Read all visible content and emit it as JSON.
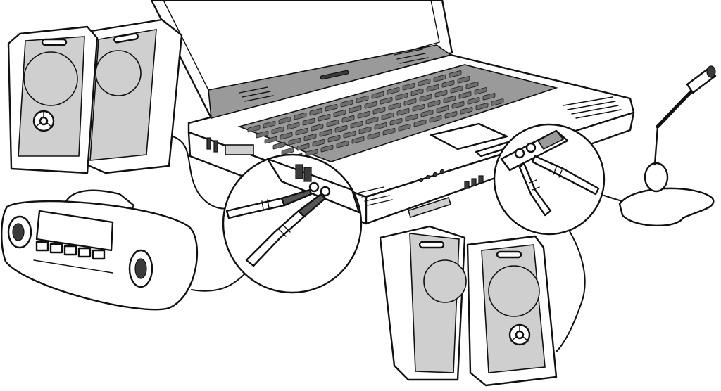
{
  "colors": {
    "outline": "#111111",
    "panel_grey": "#9a9a9a",
    "light_grey": "#cfcfcf",
    "key_grey": "#6e6e6e",
    "background": "#ffffff"
  },
  "components": {
    "laptop": {
      "icon": "laptop-icon"
    },
    "speakers_left": {
      "icon": "speaker-pair-icon"
    },
    "speakers_right": {
      "icon": "speaker-pair-icon"
    },
    "boombox": {
      "icon": "boombox-icon"
    },
    "microphone": {
      "icon": "microphone-icon"
    },
    "callout_left": {
      "icon": "audio-jack-callout",
      "plugs": 2
    },
    "callout_right": {
      "icon": "audio-jack-callout",
      "plugs": 2
    }
  }
}
